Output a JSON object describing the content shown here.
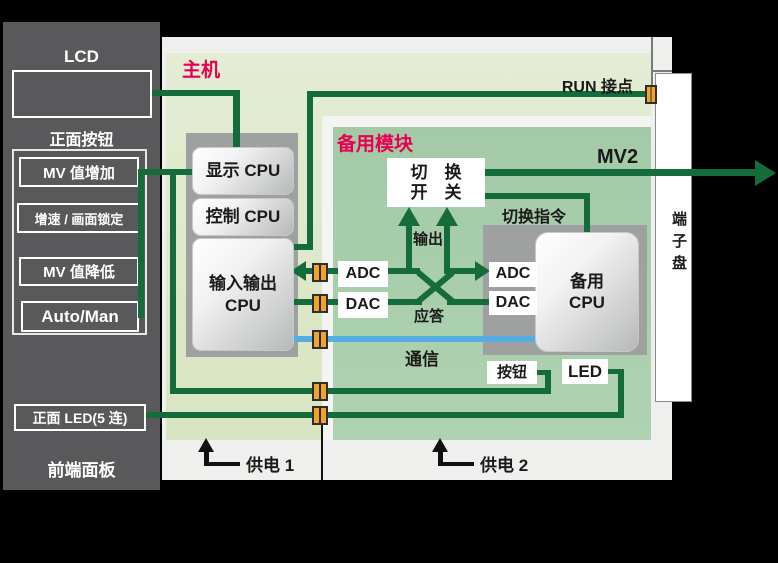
{
  "front_panel": {
    "lcd_label": "LCD",
    "buttons_title": "正面按钮",
    "buttons": [
      "MV 值增加",
      "增速 / 画面锁定",
      "MV 值降低",
      "Auto/Man"
    ],
    "led_label": "正面 LED(5 连)",
    "panel_label": "前端面板"
  },
  "main_unit": {
    "title": "主机",
    "display_cpu": "显示 CPU",
    "control_cpu": "控制 CPU",
    "io_cpu_line1": "输入输出",
    "io_cpu_line2": "CPU"
  },
  "backup_module": {
    "title": "备用模块",
    "switch_line1": "切　换",
    "switch_line2": "开　关",
    "switch_command": "切换指令",
    "adc_left": "ADC",
    "dac_left": "DAC",
    "adc_right": "ADC",
    "dac_right": "DAC",
    "cpu_line1": "备用",
    "cpu_line2": "CPU",
    "button_label": "按钮",
    "led_label": "LED",
    "output_label": "输出",
    "response_label": "应答",
    "comm_label": "通信"
  },
  "signals": {
    "run_contact": "RUN 接点",
    "mv2": "MV2"
  },
  "terminal_board": {
    "label": "端子盘"
  },
  "power": {
    "feed1": "供电 1",
    "feed2": "供电 2"
  },
  "colors": {
    "line_green": "#146C3A",
    "comm_blue": "#55ADE2",
    "connector_orange": "#F2A32C",
    "module_label_red": "#E60051",
    "main_bg_green": "#DFE9CA",
    "backup_bg_green": "#A6CCA9",
    "panel_gray": "#59595B"
  }
}
